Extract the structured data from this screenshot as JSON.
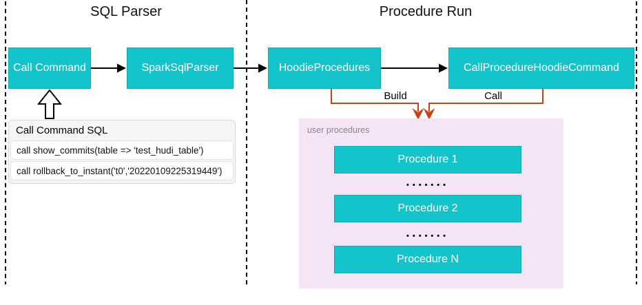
{
  "diagram": {
    "sections": {
      "left_title": "SQL Parser",
      "right_title": "Procedure Run"
    },
    "nodes": {
      "call_command": "Call Command",
      "spark_sql_parser": "SparkSqlParser",
      "hoodie_procedures": "HoodieProcedures",
      "call_procedure_hoodie_command": "CallProcedureHoodieCommand"
    },
    "edge_labels": {
      "build": "Build",
      "call": "Call"
    },
    "sql_panel": {
      "title": "Call Command SQL",
      "rows": [
        "call show_commits(table => 'test_hudi_table')",
        "call rollback_to_instant('t0','20220109225319449')"
      ]
    },
    "user_procedures": {
      "label": "user procedures",
      "items": [
        "Procedure 1",
        "Procedure 2",
        "Procedure N"
      ],
      "separator": "•••••••"
    }
  },
  "theme": {
    "teal": "#14c4cb",
    "orange": "#cc4014",
    "purple_bg": "#f4e4f6",
    "panel_bg": "#f5f5f5",
    "text_gray": "#8a8a8a",
    "box_text": "#ffffff"
  }
}
